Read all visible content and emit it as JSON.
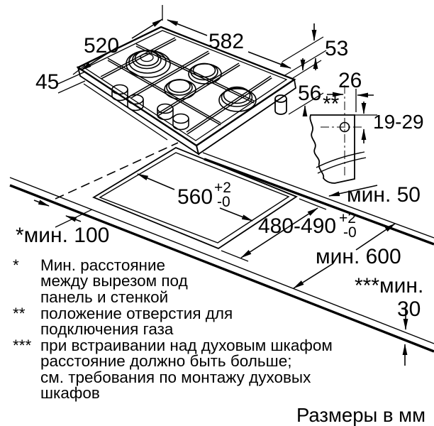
{
  "units_note": "Размеры в мм",
  "dims": {
    "d520": "520",
    "d582": "582",
    "d53": "53",
    "d45": "45",
    "d56": "56",
    "d26": "26",
    "d19_29": "19-29",
    "cutout_w": "560",
    "cutout_d": "480-490",
    "tol_plus": "+2",
    "tol_minus": "-0",
    "min50": "мин. 50",
    "min100": "*мин. 100",
    "min600": "мин. 600",
    "min30_label": "***мин.",
    "min30_value": "30",
    "gas_marker": "**"
  },
  "footnotes": [
    {
      "marker": "*",
      "lines": [
        "Мин. расстояние",
        "между вырезом под",
        "панель и стенкой"
      ]
    },
    {
      "marker": "**",
      "lines": [
        "положение отверстия для",
        "подключения газа"
      ]
    },
    {
      "marker": "***",
      "lines": [
        "при встраивании над духовым шкафом",
        "расстояние должно быть больше;",
        "см. требования по монтажу духовых",
        "шкафов"
      ]
    }
  ],
  "colors": {
    "line": "#000000",
    "burner_cap": "#c7c7c7",
    "background": "#ffffff"
  }
}
